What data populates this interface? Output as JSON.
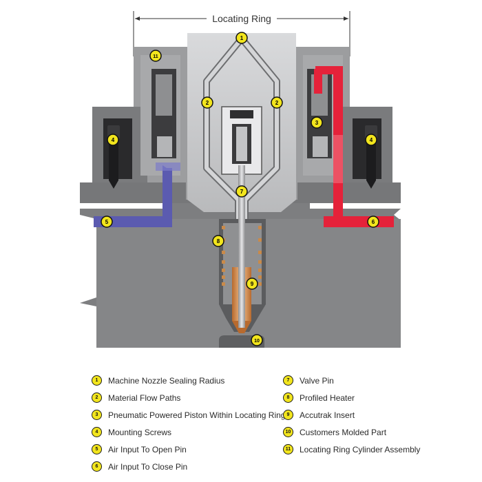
{
  "header_label": "Locating Ring",
  "callouts": [
    {
      "num": "1"
    },
    {
      "num": "2"
    },
    {
      "num": "2"
    },
    {
      "num": "3"
    },
    {
      "num": "4"
    },
    {
      "num": "4"
    },
    {
      "num": "5"
    },
    {
      "num": "6"
    },
    {
      "num": "7"
    },
    {
      "num": "8"
    },
    {
      "num": "9"
    },
    {
      "num": "10"
    },
    {
      "num": "11"
    }
  ],
  "legend": {
    "left": [
      {
        "num": "1",
        "label": "Machine Nozzle Sealing Radius"
      },
      {
        "num": "2",
        "label": "Material Flow Paths"
      },
      {
        "num": "3",
        "label": "Pneumatic Powered Piston Within Locating Ring"
      },
      {
        "num": "4",
        "label": "Mounting Screws"
      },
      {
        "num": "5",
        "label": "Air Input To Open Pin"
      },
      {
        "num": "6",
        "label": "Air Input To Close Pin"
      }
    ],
    "right": [
      {
        "num": "7",
        "label": "Valve Pin"
      },
      {
        "num": "8",
        "label": "Profiled Heater"
      },
      {
        "num": "9",
        "label": "Accutrak Insert"
      },
      {
        "num": "10",
        "label": "Customers Molded Part"
      },
      {
        "num": "11",
        "label": "Locating Ring Cylinder Assembly"
      }
    ]
  },
  "colors": {
    "steel_dark": "#6e6f71",
    "steel_mid": "#9a9b9d",
    "steel_light": "#c9cacc",
    "air_open": "#5b5bb0",
    "air_close": "#e5223a",
    "heater": "#c98a4a",
    "badge": "#f2e51d"
  }
}
